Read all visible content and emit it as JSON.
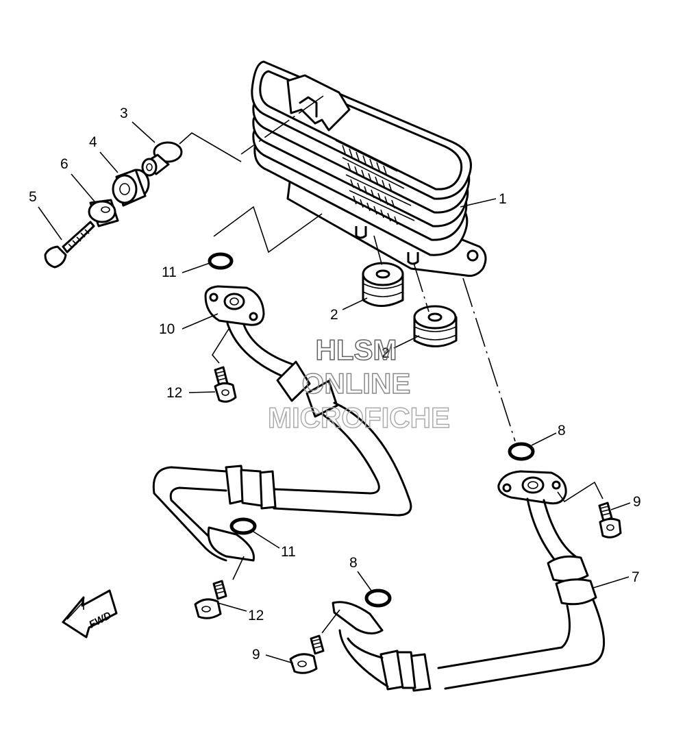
{
  "callouts": {
    "c1": "1",
    "c2a": "2",
    "c2b": "2",
    "c3": "3",
    "c4": "4",
    "c5": "5",
    "c6": "6",
    "c7": "7",
    "c8a": "8",
    "c8b": "8",
    "c9a": "9",
    "c9b": "9",
    "c10": "10",
    "c11a": "11",
    "c11b": "11",
    "c12a": "12",
    "c12b": "12"
  },
  "fwd_arrow": {
    "label": "FWD"
  },
  "watermark": {
    "line1": "HLSM",
    "line2": "ONLINE",
    "line3": "MICROFICHE",
    "color": "#9a9a9a"
  },
  "colors": {
    "ink": "#000000",
    "paper": "#ffffff"
  }
}
